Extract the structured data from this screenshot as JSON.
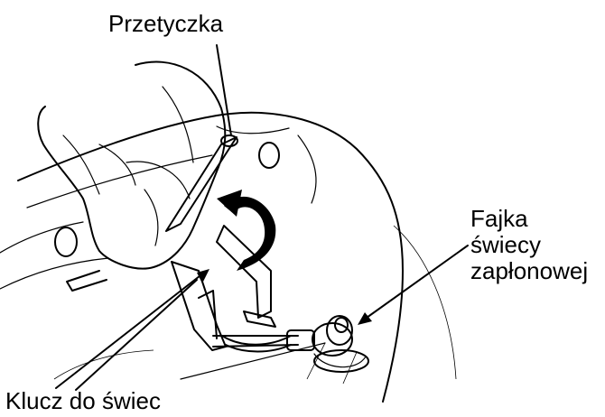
{
  "labels": {
    "plug": "Przetyczka",
    "cap": [
      "Fajka",
      "świecy",
      "zapłonowej"
    ],
    "wrench": "Klucz do świec"
  },
  "colors": {
    "ink": "#000000",
    "paper": "#ffffff"
  }
}
